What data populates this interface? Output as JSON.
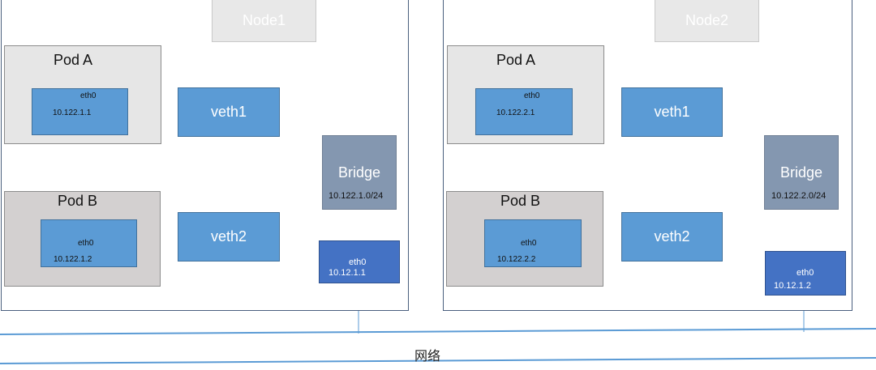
{
  "network": {
    "label": "网络"
  },
  "nodes": [
    {
      "label": "Node1",
      "pod_a": {
        "title": "Pod A",
        "iface": "eth0",
        "ip": "10.122.1.1"
      },
      "pod_b": {
        "title": "Pod B",
        "iface": "eth0",
        "ip": "10.122.1.2"
      },
      "veth1": "veth1",
      "veth2": "veth2",
      "bridge": {
        "title": "Bridge",
        "subnet": "10.122.1.0/24"
      },
      "nic": {
        "iface": "eth0",
        "ip": "10.12.1.1"
      }
    },
    {
      "label": "Node2",
      "pod_a": {
        "title": "Pod A",
        "iface": "eth0",
        "ip": "10.122.2.1"
      },
      "pod_b": {
        "title": "Pod B",
        "iface": "eth0",
        "ip": "10.122.2.2"
      },
      "veth1": "veth1",
      "veth2": "veth2",
      "bridge": {
        "title": "Bridge",
        "subnet": "10.122.2.0/24"
      },
      "nic": {
        "iface": "eth0",
        "ip": "10.12.1.2"
      }
    }
  ],
  "colors": {
    "veth_blue": "#5b9bd5",
    "bridge_gray_blue": "#8497b0",
    "nic_blue": "#4472c4",
    "pod_a_fill": "#e6e6e6",
    "pod_b_fill": "#d3d0d0",
    "link_line": "#5b9bd5"
  }
}
